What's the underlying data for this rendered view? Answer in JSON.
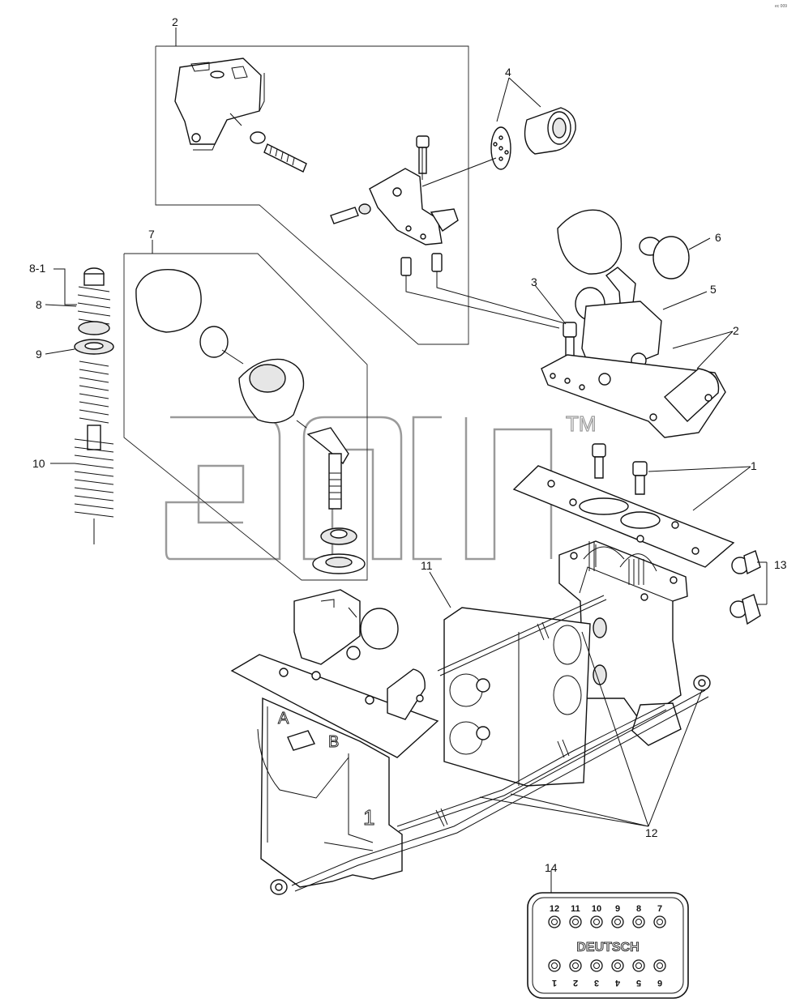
{
  "corner_code": "ec 009",
  "watermark": {
    "letters": "amcp",
    "trademark": "TM"
  },
  "callouts": [
    {
      "id": "c2a",
      "text": "2"
    },
    {
      "id": "c4",
      "text": "4"
    },
    {
      "id": "c7",
      "text": "7"
    },
    {
      "id": "c8-1",
      "text": "8-1"
    },
    {
      "id": "c8",
      "text": "8"
    },
    {
      "id": "c9",
      "text": "9"
    },
    {
      "id": "c10",
      "text": "10"
    },
    {
      "id": "c6",
      "text": "6"
    },
    {
      "id": "c3",
      "text": "3"
    },
    {
      "id": "c5",
      "text": "5"
    },
    {
      "id": "c2b",
      "text": "2"
    },
    {
      "id": "c1",
      "text": "1"
    },
    {
      "id": "c13",
      "text": "13"
    },
    {
      "id": "c11",
      "text": "11"
    },
    {
      "id": "c12",
      "text": "12"
    },
    {
      "id": "c14",
      "text": "14"
    }
  ],
  "valve_marks": {
    "port_a": "A",
    "port_b": "B",
    "section": "1"
  },
  "connector": {
    "label": "DEUTSCH",
    "top_pins": [
      "12",
      "11",
      "10",
      "9",
      "8",
      "7"
    ],
    "bottom_pins": [
      "1",
      "2",
      "3",
      "4",
      "5",
      "6"
    ]
  }
}
